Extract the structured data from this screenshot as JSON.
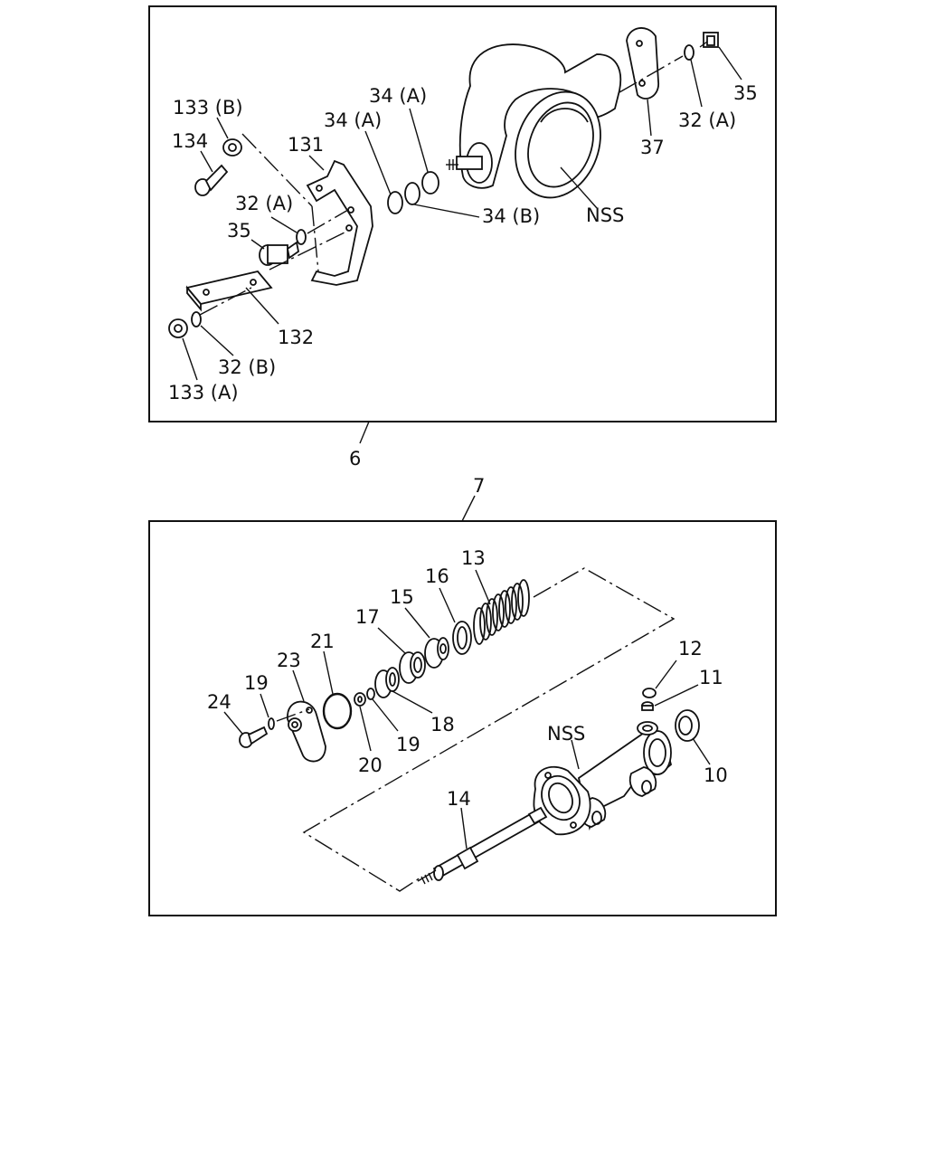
{
  "views": {
    "upper": {
      "ref": "6",
      "labels": {
        "l133b": "133 (B)",
        "l134": "134",
        "l131": "131",
        "l34a_1": "34 (A)",
        "l34a_2": "34 (A)",
        "l34b": "34 (B)",
        "l32a_top": "32 (A)",
        "l35_top": "35",
        "l37": "37",
        "lnss": "NSS",
        "l32a_mid": "32 (A)",
        "l35_mid": "35",
        "l132": "132",
        "l32b": "32 (B)",
        "l133a": "133 (A)"
      }
    },
    "lower": {
      "ref": "7",
      "labels": {
        "l13": "13",
        "l16": "16",
        "l15": "15",
        "l17": "17",
        "l21": "21",
        "l23": "23",
        "l19a": "19",
        "l24": "24",
        "l20": "20",
        "l19b": "19",
        "l18": "18",
        "l12": "12",
        "l11": "11",
        "lnss": "NSS",
        "l10": "10",
        "l14": "14"
      }
    }
  }
}
